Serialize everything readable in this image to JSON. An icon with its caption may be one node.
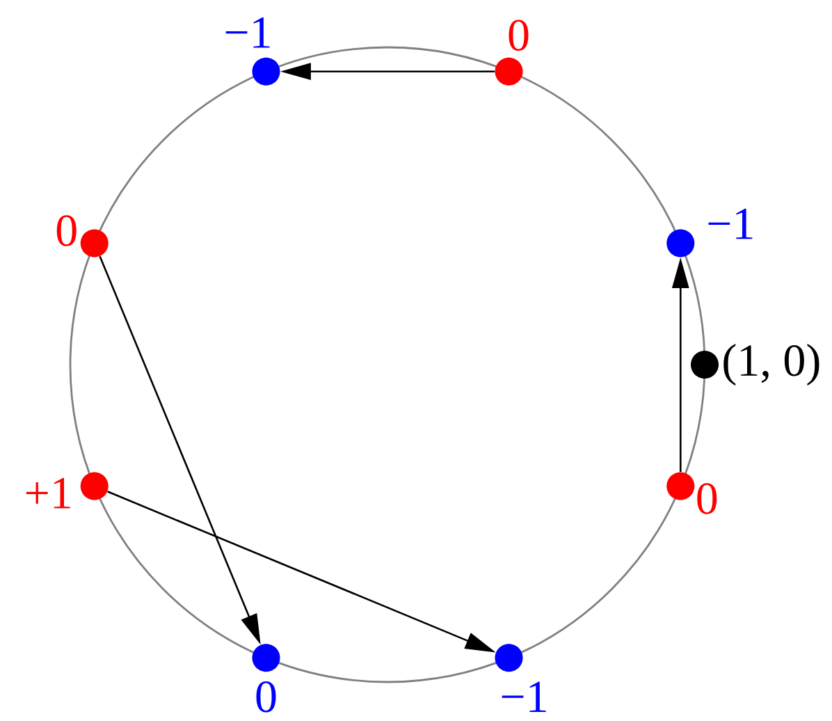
{
  "diagram": {
    "nodes": [
      {
        "text": [],
        "shape": "circle",
        "beside": [
          "−1"
        ]
      },
      {
        "text": [],
        "shape": "circle",
        "beside": [
          "0"
        ]
      },
      {
        "text": [],
        "shape": "circle",
        "beside": [
          "0"
        ]
      },
      {
        "text": [],
        "shape": "circle",
        "beside": [
          "−1"
        ]
      },
      {
        "text": [],
        "shape": "circle",
        "beside": [
          "(1, 0)"
        ]
      },
      {
        "text": [],
        "shape": "circle",
        "beside": [
          "+1"
        ]
      },
      {
        "text": [],
        "shape": "circle",
        "beside": [
          "0"
        ]
      },
      {
        "text": [],
        "shape": "circle",
        "beside": [
          "0"
        ]
      },
      {
        "text": [],
        "shape": "circle",
        "beside": [
          "−1"
        ]
      }
    ],
    "edges": [
      {
        "from": 1,
        "to": 0,
        "arrow": "to"
      },
      {
        "from": 6,
        "to": 3,
        "arrow": "to"
      },
      {
        "from": 2,
        "to": 7,
        "arrow": "to"
      },
      {
        "from": 5,
        "to": 8,
        "arrow": "to"
      }
    ]
  }
}
